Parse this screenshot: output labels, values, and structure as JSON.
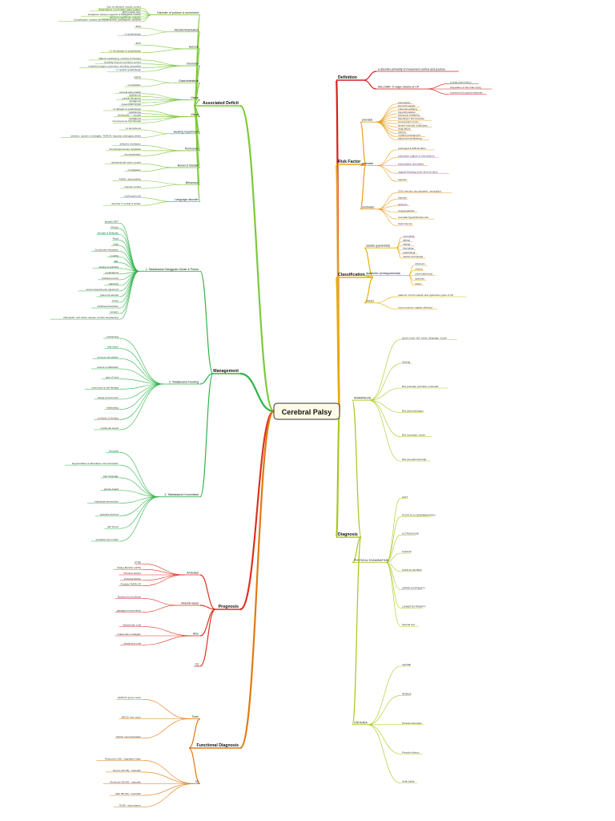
{
  "center": "Cerebral Palsy",
  "colors": {
    "associated": "#7dc93a",
    "management": "#2fb44a",
    "prognosis": "#e03020",
    "functional": "#e07a10",
    "definition": "#d81e1e",
    "riskfactor": "#e8a020",
    "classification": "#e8b000",
    "diagnosis": "#a8c81c",
    "text": "#222222"
  },
  "branches": [
    {
      "key": "associated",
      "label": "Associated Deficit",
      "children": [
        {
          "label": "Disorder of posture & movement",
          "leaves": [
            "loss of selective muscle control",
            "dependence on primitive reflex pattern",
            "abN muscle tone",
            "imbalance between agonist & antagonist muscle",
            "deficient equilibrium reaction",
            "Complication: spastic hip displacement, contracture, scoliosis"
          ]
        },
        {
          "label": "Mental Retardation",
          "leaves": [
            "~50%",
            "↑ in quadriplegic"
          ]
        },
        {
          "label": "Seizure",
          "leaves": [
            "~50%",
            "↑ in hemiplegic & quadriplegic"
          ]
        },
        {
          "label": "Oromotor",
          "leaves": [
            "difficult swallowing, sucking & chewing",
            "drooling d/t poor oromotor control",
            "impaired tongue movement, drooling, dysarthria",
            "↑ in spastic quadriplegic"
          ]
        },
        {
          "label": "Gastrointestinal",
          "leaves": [
            "GERD",
            "constipation"
          ]
        },
        {
          "label": "Visual",
          "leaves": [
            "corneal abnormality",
            "strabismus",
            "cortical blindness",
            "nystagmus",
            "hyperopia/myopia"
          ]
        },
        {
          "label": "Visual",
          "leaves": [
            "↑ in diplegic & quadriplegic",
            "strabismus",
            "amblyopia / ↑ myopia",
            "nystagmus",
            "homonymous hemianopia"
          ]
        },
        {
          "label": "Hearing impairment",
          "leaves": [
            "↑ in kernicterus",
            "preterm, causes: meningitis, TORCH, hypoxia, aminoglycosides"
          ]
        },
        {
          "label": "Pulmonary",
          "leaves": [
            "deficient ventilation",
            "bronchopulmonary dysplasia",
            "microaspiration"
          ]
        },
        {
          "label": "Bowel & bladder",
          "leaves": [
            "dysfunctional motor control",
            "constipation"
          ]
        },
        {
          "label": "Behaviour",
          "leaves": [
            "ADHD, distractibility",
            "impulse control"
          ]
        },
        {
          "label": "Language disorder",
          "leaves": [
            "oral-hypertonia",
            "disorder in verbal & written"
          ]
        }
      ]
    },
    {
      "key": "management",
      "label": "Management",
      "children": [
        {
          "label": "1. Tatalaksana Gangguan Gerak & Postur",
          "leaves": [
            "Bobath NDT",
            "Phelps",
            "Doman & Delacato",
            "Rood",
            "Vojta",
            "Conductive education",
            "mobility",
            "ADL",
            "casting & splinting",
            "medications",
            "botulinum toxin",
            "spasticity",
            "neuromuscular joint injections",
            "phenol & alcohol",
            "botox",
            "intrathecal baclofen",
            "surgery",
            "orthopedic: soft tissue release, tendon lengthening"
          ]
        },
        {
          "label": "2. Tatalaksana Feeding",
          "leaves": [
            "positioning",
            "oral motor",
            "sensory stimulation",
            "texture modification",
            "type of food",
            "oral motor & self feeding",
            "eating environment",
            "swallowing",
            "methods of feeding",
            "nutritional status"
          ]
        },
        {
          "label": "3. Tatalaksana Komunikasi",
          "leaves": [
            "stimulasi",
            "augmentative & alternative communication",
            "sign language",
            "picture board",
            "individual intervention",
            "assistive devices",
            "talk boxes",
            "peralatan dan materi"
          ]
        }
      ]
    },
    {
      "key": "prognosis",
      "label": "Prognosis",
      "children": [
        {
          "label": "Ambulasi",
          "leaves": [
            "STRE",
            "Sitting BLOCK (1975)",
            "Primitive Reflex",
            "Postural Reflex",
            "Prediksi TMFB CP"
          ]
        },
        {
          "label": "Motorik kasar",
          "leaves": [
            "Bahasa (komunikasi)",
            "gangguan komunikasi"
          ]
        },
        {
          "label": "ADL",
          "leaves": [
            "independen total",
            "independen sebagian",
            "dependent total"
          ]
        },
        {
          "label": "IQ",
          "leaves": []
        }
      ]
    },
    {
      "key": "functional",
      "label": "Functional Diagnosis",
      "children": [
        {
          "label": "Tools",
          "leaves": [
            "GMFCS: gross motor",
            "MACS: fine motor",
            "CFCS: communication"
          ]
        },
        {
          "label": "IQ",
          "leaves": [
            "Profound (<20) - vegetative state",
            "Severe (20-35) - trainable",
            "Moderate (35-50) - trainable",
            "Mild (50-69) - educable",
            "70-80 - slow learner"
          ]
        }
      ]
    },
    {
      "key": "definition",
      "label": "Definition",
      "children": [
        {
          "label": "a disorder primarily of movement control and posture",
          "leaves": []
        },
        {
          "label": "MILLNAR: 5 major criteria of CP",
          "leaves": [
            "a static brain lesion",
            "acquisition of the brain injury",
            "movement & posture disorder"
          ]
        }
      ]
    },
    {
      "key": "riskfactor",
      "label": "Risk Factor",
      "children": [
        {
          "label": "prenatal",
          "leaves": [
            "prematurity",
            "low birth weight",
            "maternal epilepsy",
            "hyperthyroidism",
            "infections (TORCH)",
            "bleeding in 3rd trimester",
            "incompetent cervix",
            "severe toxemia, eclampsia",
            "drug abuse",
            "trauma",
            "multiple pregnancies",
            "placental insufficiency"
          ]
        },
        {
          "label": "perinatal",
          "leaves": [
            "prolonged & difficult labor",
            "premature rupture of membranes",
            "presentation anomalies",
            "vaginal bleeding at the time for labor",
            "hypoxia"
          ]
        },
        {
          "label": "postnatal",
          "leaves": [
            "CNS infection (encephalitis, meningitis)",
            "hypoxia",
            "seizures",
            "coagulopathies",
            "neonatal hyperbilirubinemia",
            "head trauma"
          ]
        }
      ]
    },
    {
      "key": "classification",
      "label": "Classification",
      "children": [
        {
          "label": "spastic (pyramidal)",
          "leaves": [
            "monoplegi",
            "diplegi",
            "triplegi",
            "hemiplegi",
            "quadriplegi",
            "double hemiplegia"
          ]
        },
        {
          "label": "dyskinetic (extrapyramidal)",
          "leaves": [
            "athetosis",
            "chorea",
            "choreoathetosis",
            "dystonia",
            "ataxic"
          ]
        },
        {
          "label": "mixed",
          "leaves": [
            "patterns of both spastic and dyskinetic types of CP",
            "most common: spastic athetoid"
          ]
        }
      ]
    },
    {
      "key": "diagnosis",
      "label": "Diagnosis",
      "children": [
        {
          "label": "ANAMNESIS",
          "leaves": [
            "gross motor, fine motor, language, social",
            "feeding",
            "Riw prenatal, perinatal, postnatal",
            "Riw perkembangan",
            "Riw imunisasi, nutrisi",
            "Riw penyakit keluarga"
          ]
        },
        {
          "label": "PHYSICAL EXAMINATION",
          "leaves": [
            "GAIT",
            "POSTUR & KESEIMBANGAN",
            "ULTRASOUND",
            "FUNGSI",
            "STATUS NUTRISI",
            "UPPER EXTREMITY",
            "LOWER EXTREMITY",
            "Special test"
          ]
        },
        {
          "label": "CRITERIA",
          "leaves": [
            "LEVINE",
            "MOBILE",
            "Periode Neonatus",
            "Periode Infancy",
            "Anak balita"
          ]
        }
      ]
    }
  ]
}
